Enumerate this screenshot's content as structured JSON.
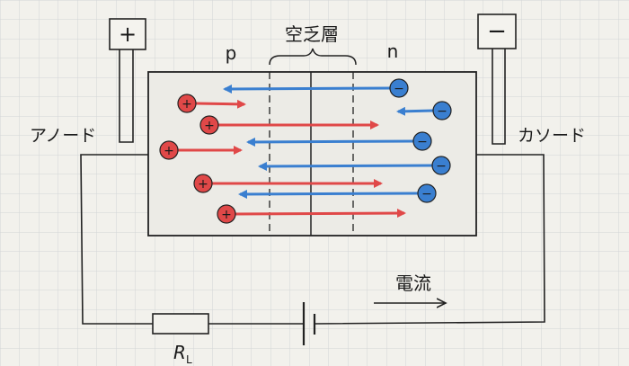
{
  "terminals": {
    "anode_symbol": "+",
    "cathode_symbol": "−",
    "anode_label": "アノード",
    "cathode_label": "カソード"
  },
  "regions": {
    "p_label": "p",
    "n_label": "n",
    "depletion_label": "空乏層"
  },
  "carriers": {
    "hole_symbol": "+",
    "electron_symbol": "−"
  },
  "circuit": {
    "current_label": "電流",
    "resistor_label": "R",
    "resistor_subscript": "L"
  },
  "colors": {
    "hole": "#e04848",
    "electron": "#3a7fd0",
    "ink": "#222222",
    "paper": "#f2f1ec",
    "grid": "#d5d6d6"
  }
}
